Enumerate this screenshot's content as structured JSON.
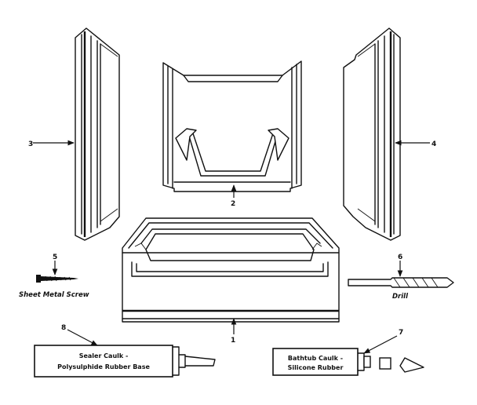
{
  "parts": [
    {
      "id": "p1",
      "number": "1"
    },
    {
      "id": "p2",
      "number": "2"
    },
    {
      "id": "p3",
      "number": "3"
    },
    {
      "id": "p4",
      "number": "4"
    },
    {
      "id": "p5",
      "number": "5",
      "label": "Sheet Metal Screw"
    },
    {
      "id": "p6",
      "number": "6",
      "label": "Drill"
    },
    {
      "id": "p7",
      "number": "7",
      "label_line1": "Bathtub Caulk -",
      "label_line2": "Silicone Rubber"
    },
    {
      "id": "p8",
      "number": "8",
      "label_line1": "Sealer Caulk -",
      "label_line2": "Polysulphide Rubber Base"
    }
  ]
}
